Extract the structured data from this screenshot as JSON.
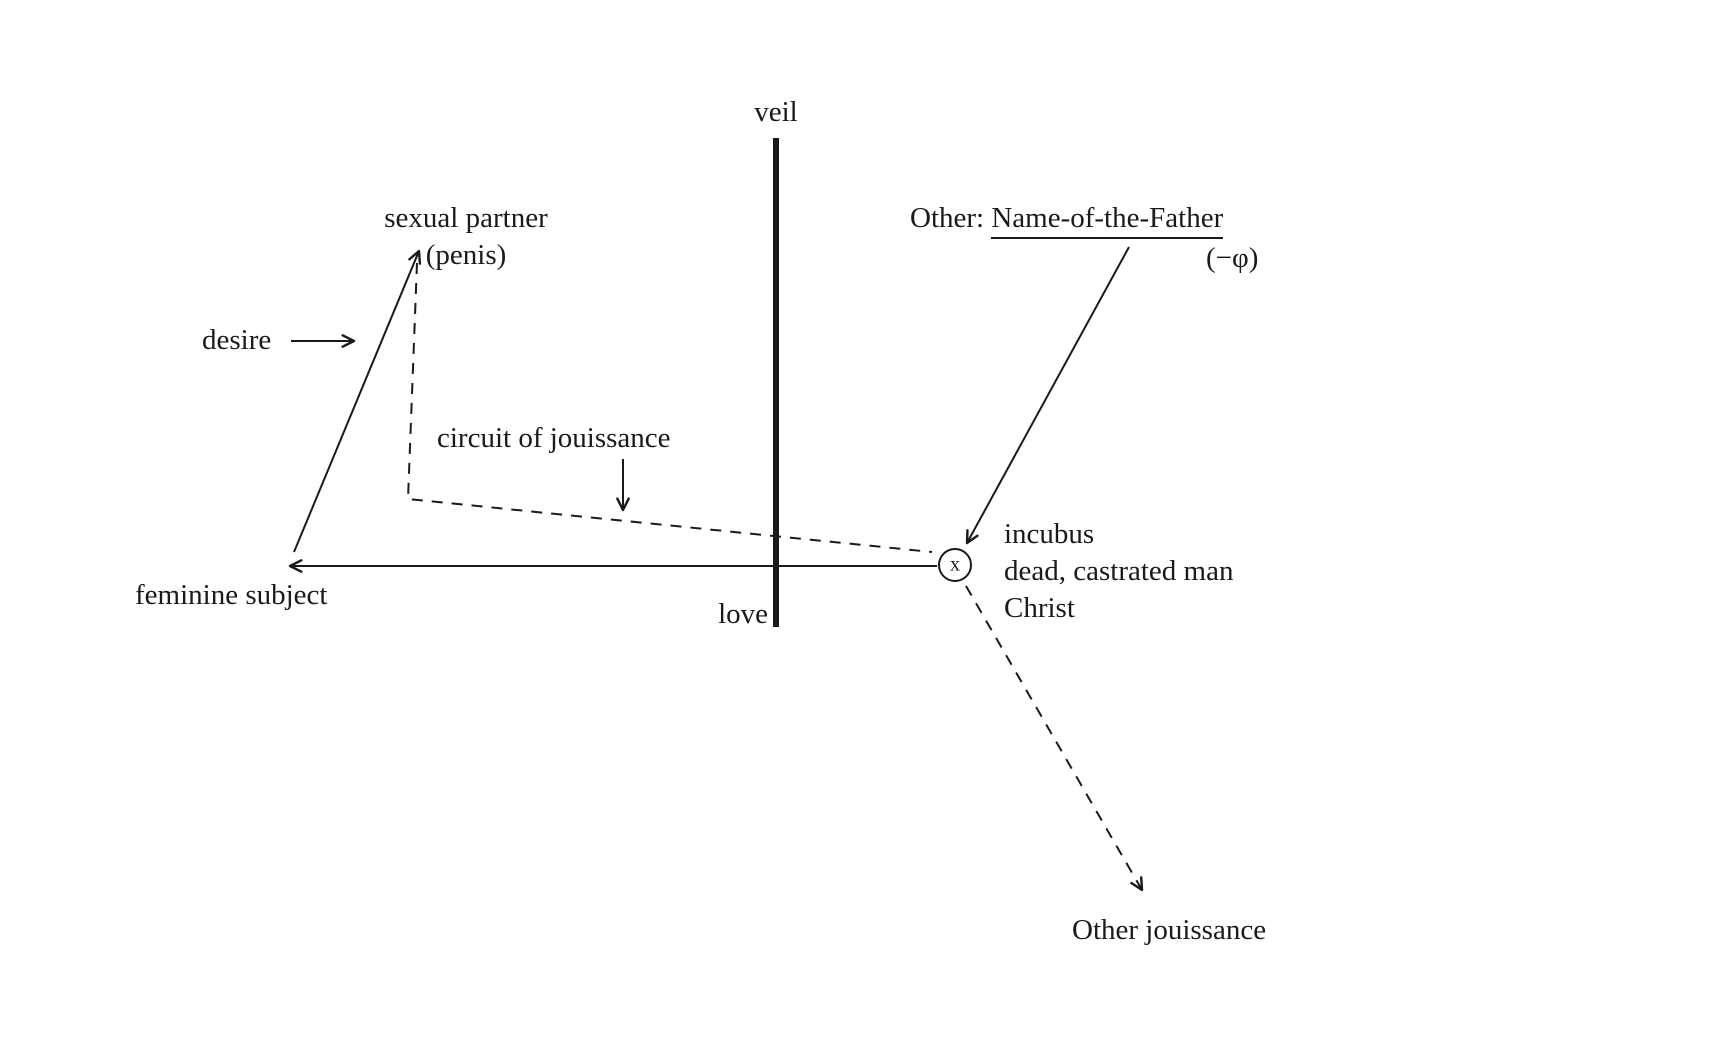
{
  "labels": {
    "veil": "veil",
    "sexual_partner": "sexual partner",
    "sexual_partner_sub": "(penis)",
    "desire": "desire",
    "circuit_of_jouissance": "circuit of jouissance",
    "feminine_subject": "feminine subject",
    "love": "love",
    "other_prefix": "Other: ",
    "name_of_the_father": "Name-of-the-Father",
    "minus_phi": "(−φ)",
    "x_node": "x",
    "incubus_lines": [
      "incubus",
      "dead, castrated man",
      "Christ"
    ],
    "other_jouissance": "Other jouissance"
  },
  "colors": {
    "ink": "#1a1a1a",
    "background": "#ffffff"
  }
}
